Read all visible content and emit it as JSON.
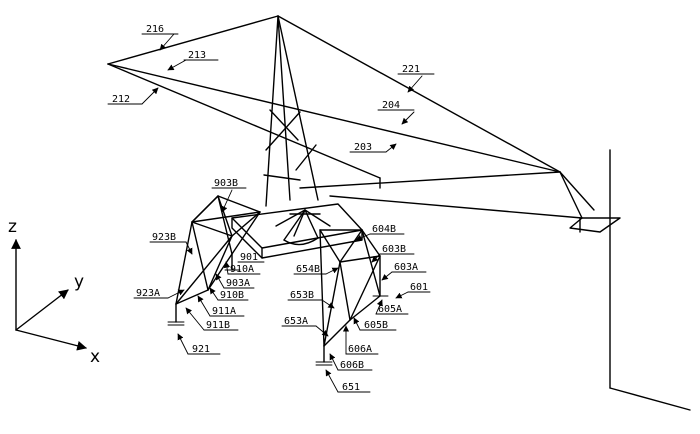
{
  "axes": {
    "z": "z",
    "y": "y",
    "x": "x"
  },
  "labels": {
    "l216": "216",
    "l213": "213",
    "l212": "212",
    "l221": "221",
    "l204": "204",
    "l203": "203",
    "l903B": "903B",
    "l923B": "923B",
    "l901": "901",
    "l910A": "910A",
    "l903A": "903A",
    "l910B": "910B",
    "l923A": "923A",
    "l911A": "911A",
    "l911B": "911B",
    "l921": "921",
    "l604B": "604B",
    "l603B": "603B",
    "l603A": "603A",
    "l654B": "654B",
    "l601": "601",
    "l653B": "653B",
    "l605A": "605A",
    "l653A": "653A",
    "l605B": "605B",
    "l606A": "606A",
    "l606B": "606B",
    "l651": "651"
  }
}
